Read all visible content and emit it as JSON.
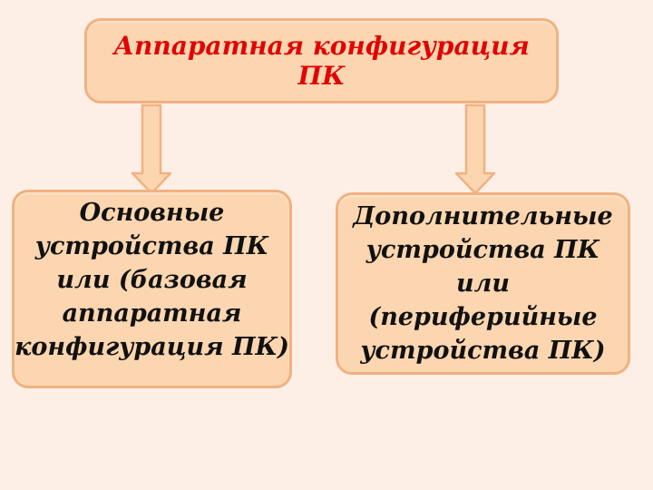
{
  "top_box": {
    "text": "Аппаратная конфигурация ПК"
  },
  "left_box": {
    "lines": [
      "Основные",
      "устройства ПК",
      "или (базовая",
      "аппаратная",
      "конфигурация ПК)"
    ]
  },
  "right_box": {
    "lines": [
      "Дополнительные",
      "устройства ПК или",
      "(периферийные",
      "устройства ПК)"
    ]
  },
  "colors": {
    "page_bg": "#fdefe6",
    "box_fill": "#fcd6b0",
    "box_border": "#f1b181",
    "arrow_fill": "#fcd6b0",
    "arrow_border": "#f1b181",
    "title_text": "#e00505",
    "body_text": "#111111"
  }
}
